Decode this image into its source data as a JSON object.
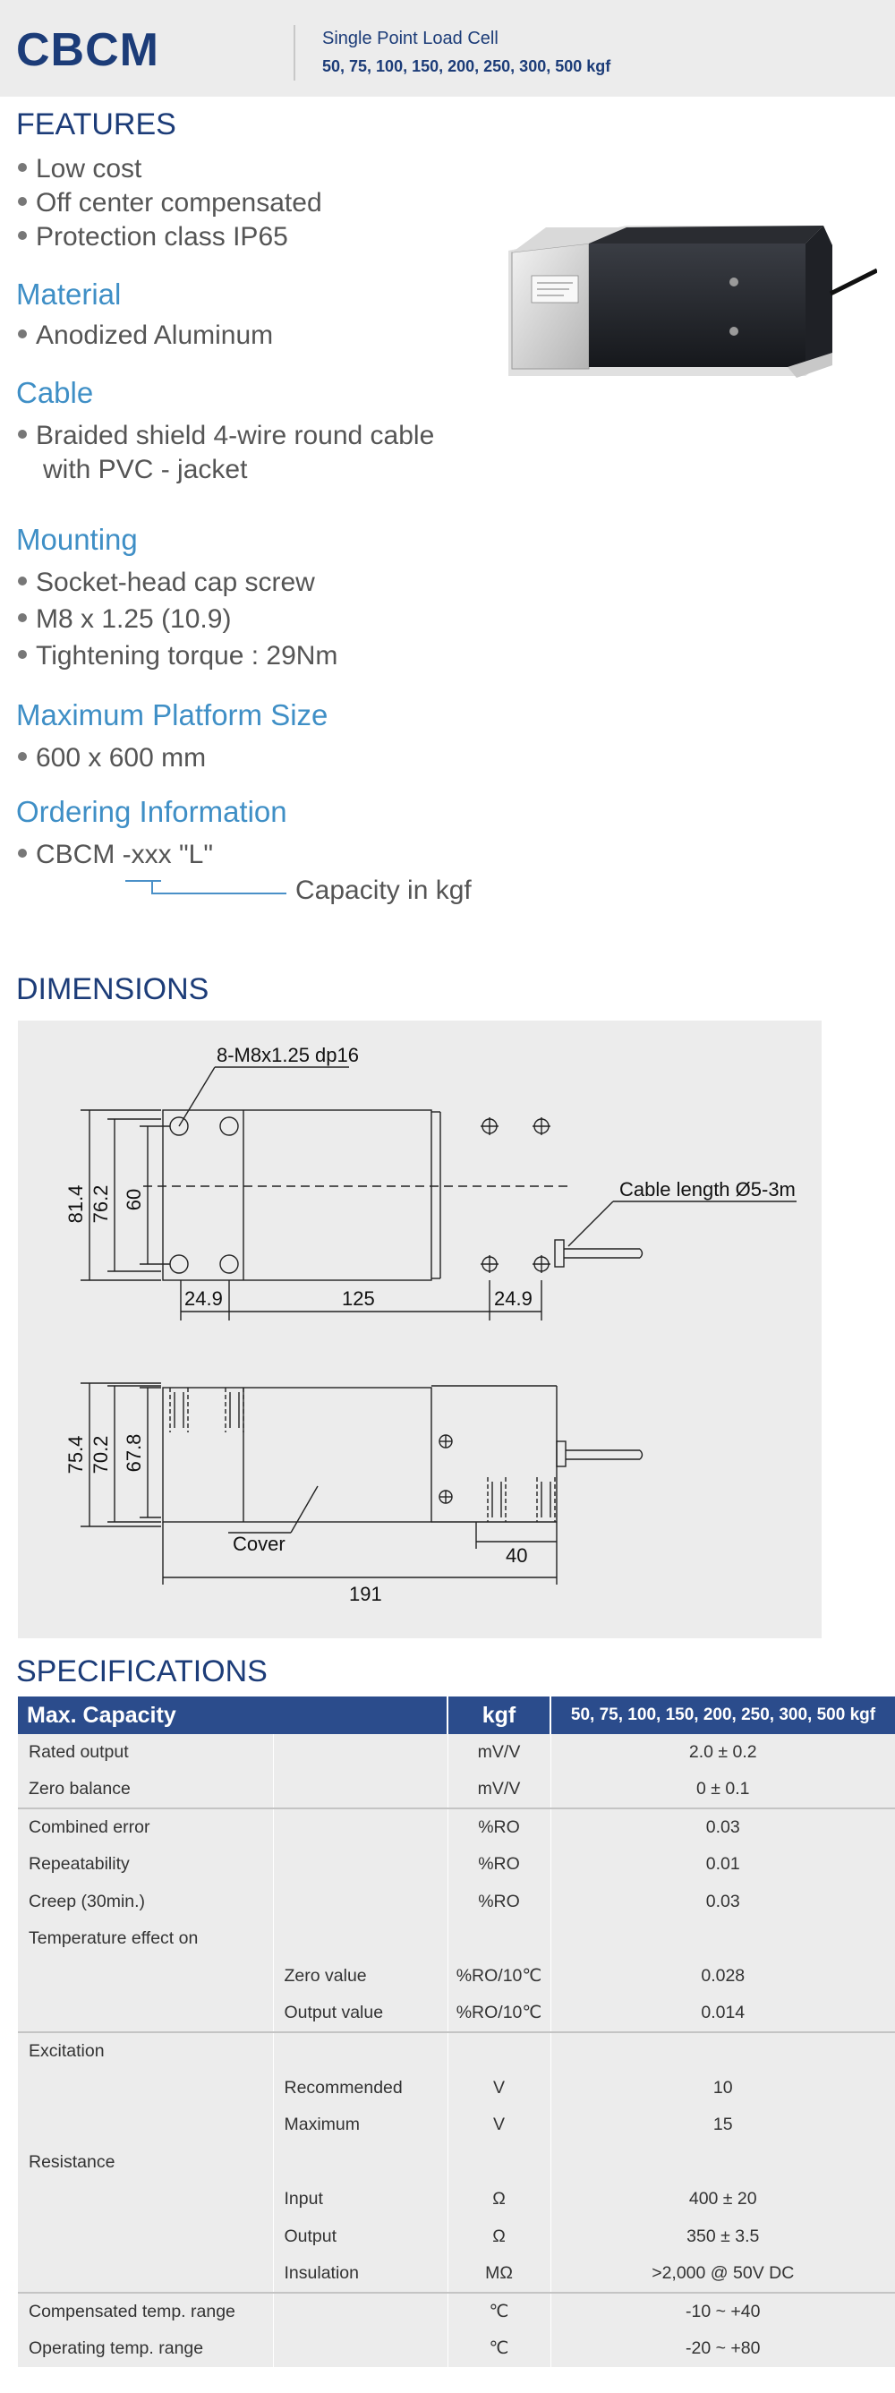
{
  "header": {
    "brand": "CBCM",
    "subtitle": "Single Point Load Cell",
    "capacities": "50, 75, 100, 150, 200, 250, 300, 500 kgf"
  },
  "features": {
    "title": "FEATURES",
    "items": [
      "Low cost",
      "Off center compensated",
      "Protection class IP65"
    ]
  },
  "material": {
    "title": "Material",
    "items": [
      "Anodized Aluminum"
    ]
  },
  "cable": {
    "title": "Cable",
    "line1": "Braided shield 4-wire round cable",
    "line2": "with PVC - jacket"
  },
  "mounting": {
    "title": "Mounting",
    "items": [
      "Socket-head cap screw",
      "M8 x 1.25 (10.9)",
      "Tightening torque : 29Nm"
    ]
  },
  "platform": {
    "title": "Maximum Platform Size",
    "items": [
      "600 x 600 mm"
    ]
  },
  "ordering": {
    "title": "Ordering Information",
    "code": "CBCM -xxx \"L\"",
    "note": "Capacity in kgf"
  },
  "dimensions": {
    "title": "DIMENSIONS",
    "labels": {
      "thread": "8-M8x1.25 dp16",
      "cable": "Cable length Ø5-3m",
      "h1": "81.4",
      "h2": "76.2",
      "h3": "60",
      "w1": "24.9",
      "w2": "125",
      "w3": "24.9",
      "s1": "75.4",
      "s2": "70.2",
      "s3": "67.8",
      "cover": "Cover",
      "d40": "40",
      "total": "191"
    }
  },
  "specs": {
    "title": "SPECIFICATIONS",
    "header": {
      "name": "Max. Capacity",
      "unit": "kgf",
      "value": "50, 75, 100, 150, 200, 250, 300, 500 kgf"
    },
    "rows": [
      {
        "name": "Rated output",
        "sub": "",
        "unit": "mV/V",
        "value": "2.0 ± 0.2"
      },
      {
        "name": "Zero balance",
        "sub": "",
        "unit": "mV/V",
        "value": "0 ± 0.1"
      },
      {
        "name": "Combined error",
        "sub": "",
        "unit": "%RO",
        "value": "0.03"
      },
      {
        "name": "Repeatability",
        "sub": "",
        "unit": "%RO",
        "value": "0.01"
      },
      {
        "name": "Creep (30min.)",
        "sub": "",
        "unit": "%RO",
        "value": "0.03"
      },
      {
        "name": "Temperature effect on",
        "sub": "",
        "unit": "",
        "value": ""
      },
      {
        "name": "",
        "sub": "Zero value",
        "unit": "%RO/10℃",
        "value": "0.028"
      },
      {
        "name": "",
        "sub": "Output  value",
        "unit": "%RO/10℃",
        "value": "0.014"
      },
      {
        "name": "Excitation",
        "sub": "",
        "unit": "",
        "value": ""
      },
      {
        "name": "",
        "sub": "Recommended",
        "unit": "V",
        "value": "10"
      },
      {
        "name": "",
        "sub": "Maximum",
        "unit": "V",
        "value": "15"
      },
      {
        "name": "Resistance",
        "sub": "",
        "unit": "",
        "value": ""
      },
      {
        "name": "",
        "sub": "Input",
        "unit": "Ω",
        "value": "400 ± 20"
      },
      {
        "name": "",
        "sub": "Output",
        "unit": "Ω",
        "value": "350 ± 3.5"
      },
      {
        "name": "",
        "sub": "Insulation",
        "unit": "MΩ",
        "value": ">2,000 @ 50V DC"
      },
      {
        "name": "Compensated temp. range",
        "sub": "",
        "unit": "℃",
        "value": "-10 ~ +40"
      },
      {
        "name": "Operating temp. range",
        "sub": "",
        "unit": "℃",
        "value": "-20 ~ +80"
      }
    ]
  }
}
